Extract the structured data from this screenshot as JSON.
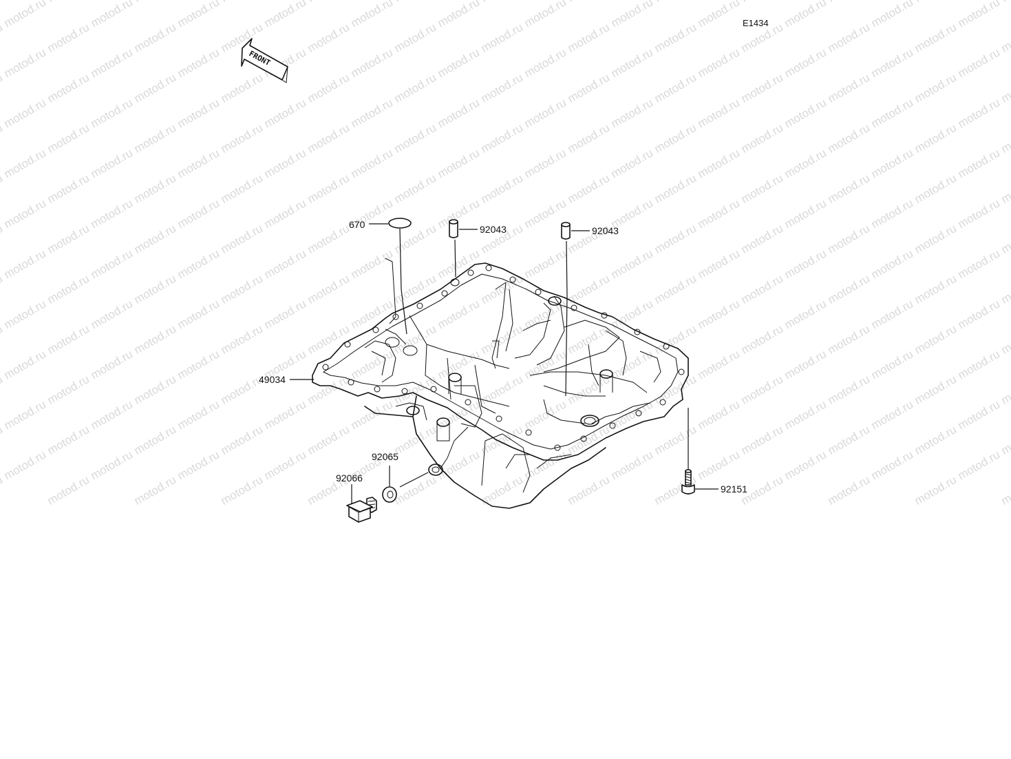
{
  "diagram": {
    "code": "E1434",
    "front_label": "FRONT",
    "watermark": "motod.ru",
    "parts": [
      {
        "number": "670"
      },
      {
        "number": "92043"
      },
      {
        "number": "92043"
      },
      {
        "number": "49034"
      },
      {
        "number": "92065"
      },
      {
        "number": "92066"
      },
      {
        "number": "92151"
      }
    ]
  }
}
